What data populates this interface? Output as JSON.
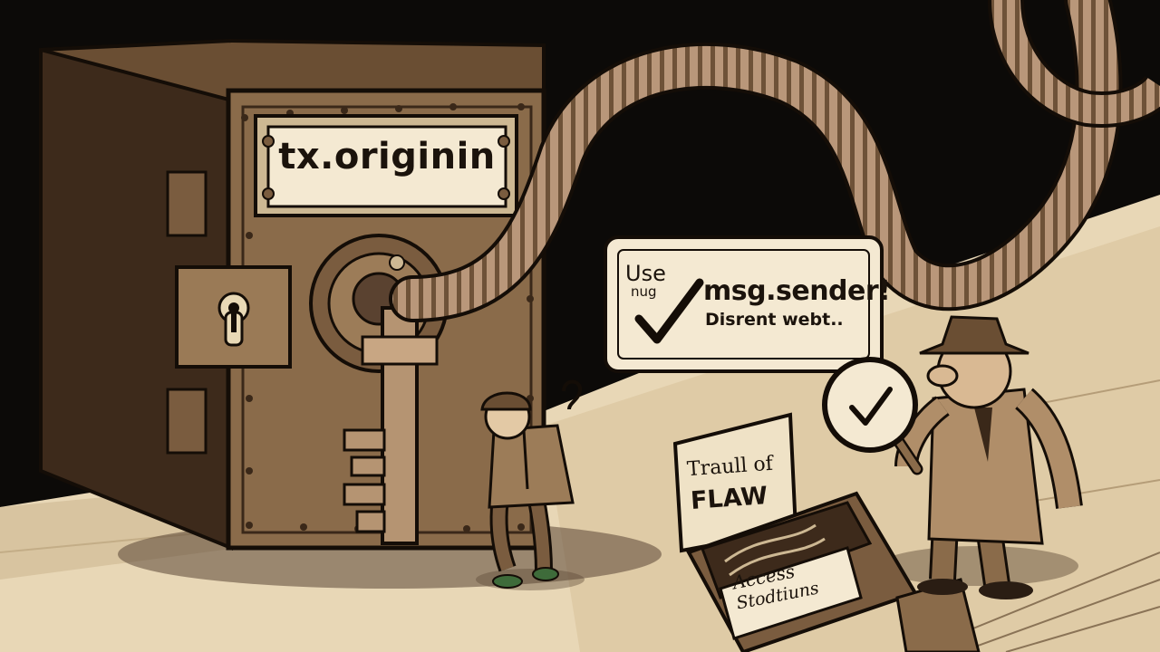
{
  "safe": {
    "plaque_text": "tx.originin"
  },
  "speech_bubble": {
    "word_use": "Use",
    "word_nug": "nug",
    "main_text": "msg.sender!",
    "sub_text": "Disrent webt.."
  },
  "sign": {
    "line1": "Traull of",
    "line2": "FLAW"
  },
  "box": {
    "line1": "Access",
    "line2": "Stodtiuns"
  },
  "colors": {
    "background": "#0c0a08",
    "floor": "#e8d7b6",
    "safe": "#8a6b4a",
    "ink": "#1b130c",
    "paper": "#f4e9d2"
  },
  "icons": [
    "keyhole-icon",
    "key-icon",
    "checkmark-icon",
    "magnifier-icon",
    "question-mark-icon",
    "hose-icon"
  ]
}
